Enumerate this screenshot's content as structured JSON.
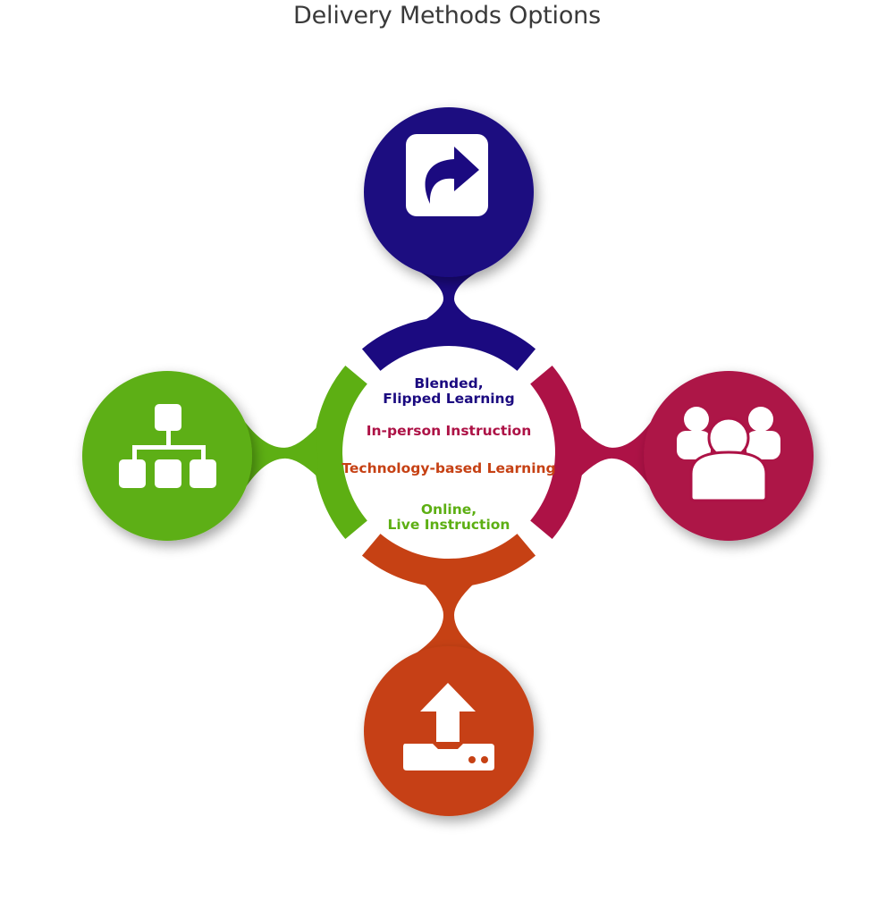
{
  "title": "Delivery Methods Options",
  "center_labels": [
    {
      "lines": [
        "Blended,",
        "Flipped Learning"
      ],
      "color": "#1b0a80"
    },
    {
      "lines": [
        "In-person Instruction"
      ],
      "color": "#ad1246"
    },
    {
      "lines": [
        "Technology-based Learning"
      ],
      "color": "#c64114"
    },
    {
      "lines": [
        "Online,",
        "Live Instruction"
      ],
      "color": "#5daf13"
    }
  ],
  "nodes": [
    {
      "position": "top",
      "icon": "share-arrow-icon",
      "color": "#1b0a80"
    },
    {
      "position": "right",
      "icon": "users-group-icon",
      "color": "#ad1246"
    },
    {
      "position": "bottom",
      "icon": "upload-tray-icon",
      "color": "#c64114"
    },
    {
      "position": "left",
      "icon": "org-chart-icon",
      "color": "#5daf13"
    }
  ]
}
